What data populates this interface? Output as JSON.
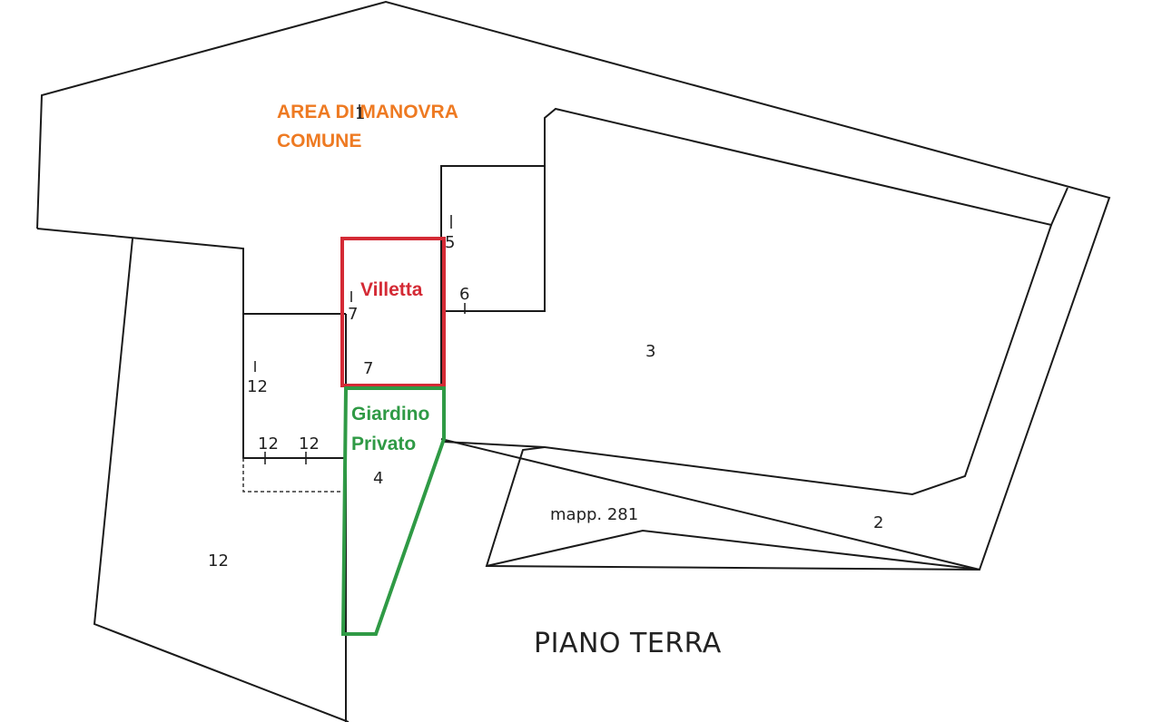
{
  "annotations": {
    "area_line1": "AREA DI MANOVRA",
    "area_line2": "COMUNE",
    "villetta": "Villetta",
    "giardino_line1": "Giardino",
    "giardino_line2": "Privato"
  },
  "parcel_labels": {
    "n1": "1",
    "n5": "5",
    "n6": "6",
    "n7a": "7",
    "n7b": "7",
    "n12a": "12",
    "n12b": "12",
    "n12c": "12",
    "n12d": "12",
    "n3": "3",
    "n4": "4",
    "n2": "2",
    "mapp": "mapp. 281"
  },
  "floor_label": "PIANO TERRA",
  "colors": {
    "area_label": "#ee7a22",
    "villetta_outline": "#d42a35",
    "giardino_outline": "#2f9a45",
    "plan_lines": "#1a1a1a"
  }
}
